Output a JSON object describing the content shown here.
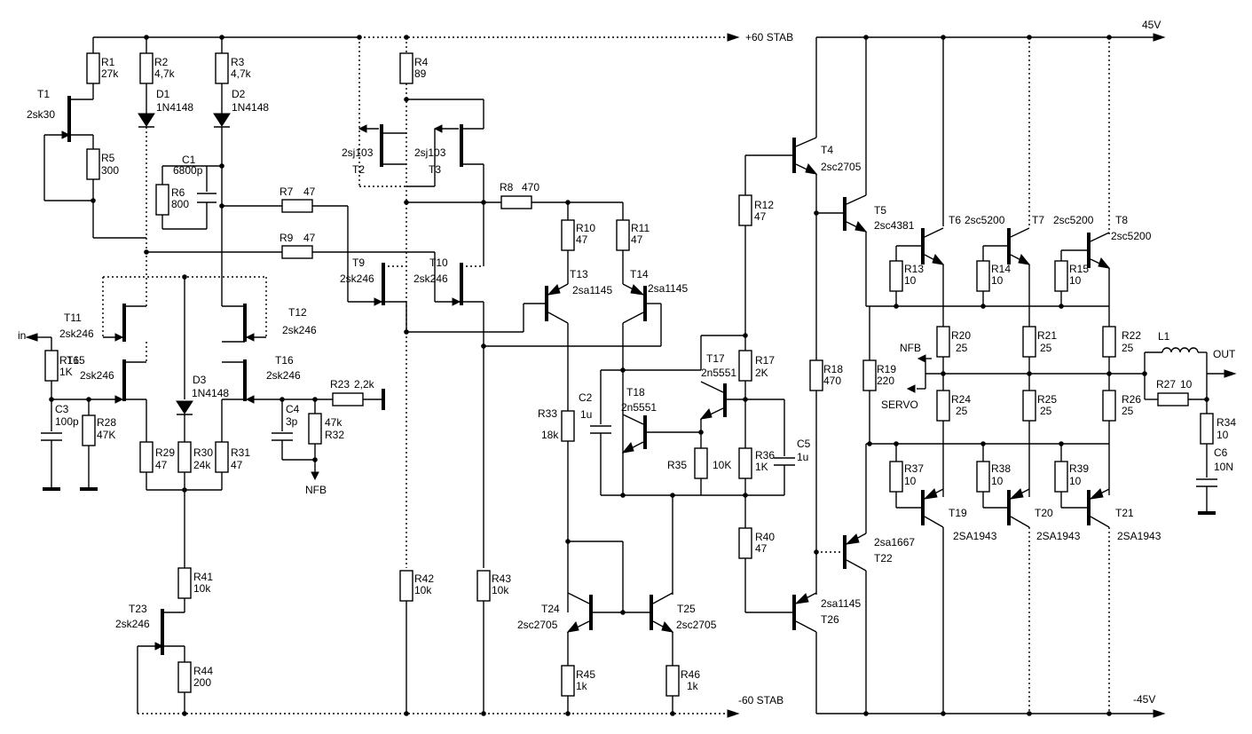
{
  "rails": {
    "pos60": "+60 STAB",
    "neg60": "-60 STAB",
    "pos45": "45V",
    "neg45": "-45V"
  },
  "io": {
    "input": "in",
    "output": "OUT",
    "nfb_left": "NFB",
    "nfb_right": "NFB",
    "servo": "SERVO"
  },
  "resistors": {
    "R1": [
      "R1",
      "27k"
    ],
    "R2": [
      "R2",
      "4,7k"
    ],
    "R3": [
      "R3",
      "4,7k"
    ],
    "R4": [
      "R4",
      "89"
    ],
    "R5": [
      "R5",
      "300"
    ],
    "R6": [
      "R6",
      "800"
    ],
    "R7": [
      "R7",
      "47"
    ],
    "R8": [
      "R8",
      "470"
    ],
    "R9": [
      "R9",
      "47"
    ],
    "R10": [
      "R10",
      "47"
    ],
    "R11": [
      "R11",
      "47"
    ],
    "R12": [
      "R12",
      "47"
    ],
    "R13": [
      "R13",
      "10"
    ],
    "R14": [
      "R14",
      "10"
    ],
    "R15": [
      "R15",
      "10"
    ],
    "R16": [
      "R16",
      "1K"
    ],
    "R17": [
      "R17",
      "2K"
    ],
    "R18": [
      "R18",
      "470"
    ],
    "R19": [
      "R19",
      "220"
    ],
    "R20": [
      "R20",
      "25"
    ],
    "R21": [
      "R21",
      "25"
    ],
    "R22": [
      "R22",
      "25"
    ],
    "R23": [
      "R23",
      "2,2k"
    ],
    "R24": [
      "R24",
      "25"
    ],
    "R25": [
      "R25",
      "25"
    ],
    "R26": [
      "R26",
      "25"
    ],
    "R27": [
      "R27",
      "10"
    ],
    "R28": [
      "R28",
      "47K"
    ],
    "R29": [
      "R29",
      "47"
    ],
    "R30": [
      "R30",
      "24k"
    ],
    "R31": [
      "R31",
      "47"
    ],
    "R32": [
      "R32",
      "47k"
    ],
    "R33": [
      "R33",
      "18k"
    ],
    "R34": [
      "R34",
      "10"
    ],
    "R35": [
      "R35",
      "10K"
    ],
    "R36": [
      "R36",
      "1K"
    ],
    "R37": [
      "R37",
      "10"
    ],
    "R38": [
      "R38",
      "10"
    ],
    "R39": [
      "R39",
      "10"
    ],
    "R40": [
      "R40",
      "47"
    ],
    "R41": [
      "R41",
      "10k"
    ],
    "R42": [
      "R42",
      "10k"
    ],
    "R43": [
      "R43",
      "10k"
    ],
    "R44": [
      "R44",
      "200"
    ],
    "R45": [
      "R45",
      "1k"
    ],
    "R46": [
      "R46",
      "1k"
    ]
  },
  "capacitors": {
    "C1": [
      "C1",
      "6800p"
    ],
    "C2": [
      "C2",
      "1u"
    ],
    "C3": [
      "C3",
      "100p"
    ],
    "C4": [
      "C4",
      "3p"
    ],
    "C5": [
      "C5",
      "1u"
    ],
    "C6": [
      "C6",
      "10N"
    ]
  },
  "inductors": {
    "L1": "L1"
  },
  "diodes": {
    "D1": [
      "D1",
      "1N4148"
    ],
    "D2": [
      "D2",
      "1N4148"
    ],
    "D3": [
      "D3",
      "1N4148"
    ]
  },
  "transistors": {
    "T1": [
      "T1",
      "2sk30"
    ],
    "T2": [
      "T2",
      "2sj103"
    ],
    "T3": [
      "T3",
      "2sj103"
    ],
    "T4": [
      "T4",
      "2sc2705"
    ],
    "T5": [
      "T5",
      "2sc4381"
    ],
    "T6": [
      "T6",
      "2sc5200"
    ],
    "T7": [
      "T7",
      "2sc5200"
    ],
    "T8": [
      "T8",
      "2sc5200"
    ],
    "T9": [
      "T9",
      "2sk246"
    ],
    "T10": [
      "T10",
      "2sk246"
    ],
    "T11": [
      "T11",
      "2sk246"
    ],
    "T12": [
      "T12",
      "2sk246"
    ],
    "T13": [
      "T13",
      "2sa1145"
    ],
    "T14": [
      "T14",
      "2sa1145"
    ],
    "T15": [
      "T15",
      "2sk246"
    ],
    "T16": [
      "T16",
      "2sk246"
    ],
    "T17": [
      "T17",
      "2n5551"
    ],
    "T18": [
      "T18",
      "2n5551"
    ],
    "T19": [
      "T19",
      "2SA1943"
    ],
    "T20": [
      "T20",
      "2SA1943"
    ],
    "T21": [
      "T21",
      "2SA1943"
    ],
    "T22": [
      "T22",
      "2sa1667"
    ],
    "T23": [
      "T23",
      "2sk246"
    ],
    "T24": [
      "T24",
      "2sc2705"
    ],
    "T25": [
      "T25",
      "2sc2705"
    ],
    "T26": [
      "T26",
      "2sa1145"
    ]
  }
}
